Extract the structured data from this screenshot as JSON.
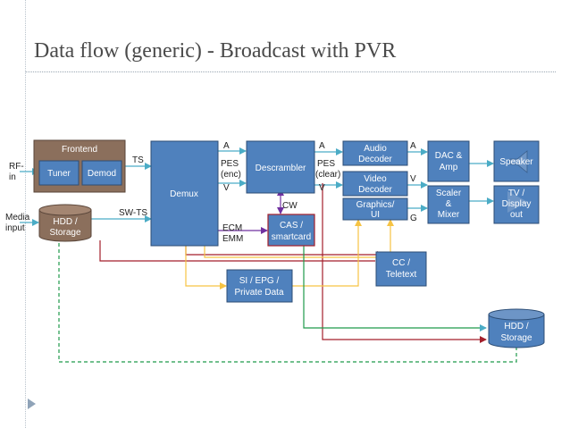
{
  "title": "Data flow (generic) - Broadcast with PVR",
  "colors": {
    "box_blue": "#4f81bd",
    "box_brown": "#8b6f5c",
    "box_border": "#2c4d75",
    "text_white": "#ffffff",
    "line_teal": "#4bacc6",
    "line_green": "#1e9a4b",
    "line_dark_red": "#a31f2b",
    "line_yellow": "#f6c343",
    "line_purple": "#7030a0"
  },
  "blocks": {
    "frontend": "Frontend",
    "tuner": "Tuner",
    "demod": "Demod",
    "hdd_left": [
      "HDD /",
      "Storage"
    ],
    "demux": "Demux",
    "descrambler": "Descrambler",
    "cas": [
      "CAS /",
      "smartcard"
    ],
    "audio_decoder": [
      "Audio",
      "Decoder"
    ],
    "video_decoder": [
      "Video",
      "Decoder"
    ],
    "graphics": [
      "Graphics/",
      "UI"
    ],
    "dac": [
      "DAC &",
      "Amp"
    ],
    "scaler": [
      "Scaler",
      "&",
      "Mixer"
    ],
    "speaker": "Speaker",
    "tv": [
      "TV /",
      "Display",
      "out"
    ],
    "cc": [
      "CC /",
      "Teletext"
    ],
    "si_epg": [
      "SI / EPG /",
      "Private Data"
    ],
    "hdd_right": [
      "HDD /",
      "Storage"
    ]
  },
  "labels": {
    "rf_in": [
      "RF-",
      "in"
    ],
    "media_input": [
      "Media",
      "input"
    ],
    "ts": "TS",
    "sw_ts": "SW-TS",
    "a1": "A",
    "pes_enc": [
      "PES",
      "(enc)"
    ],
    "v1": "V",
    "a2": "A",
    "pes_clear": [
      "PES",
      "(clear)"
    ],
    "v2": "V",
    "a3": "A",
    "v3": "V",
    "g": "G",
    "cw": "CW",
    "ecm_emm": [
      "ECM",
      "EMM"
    ]
  }
}
